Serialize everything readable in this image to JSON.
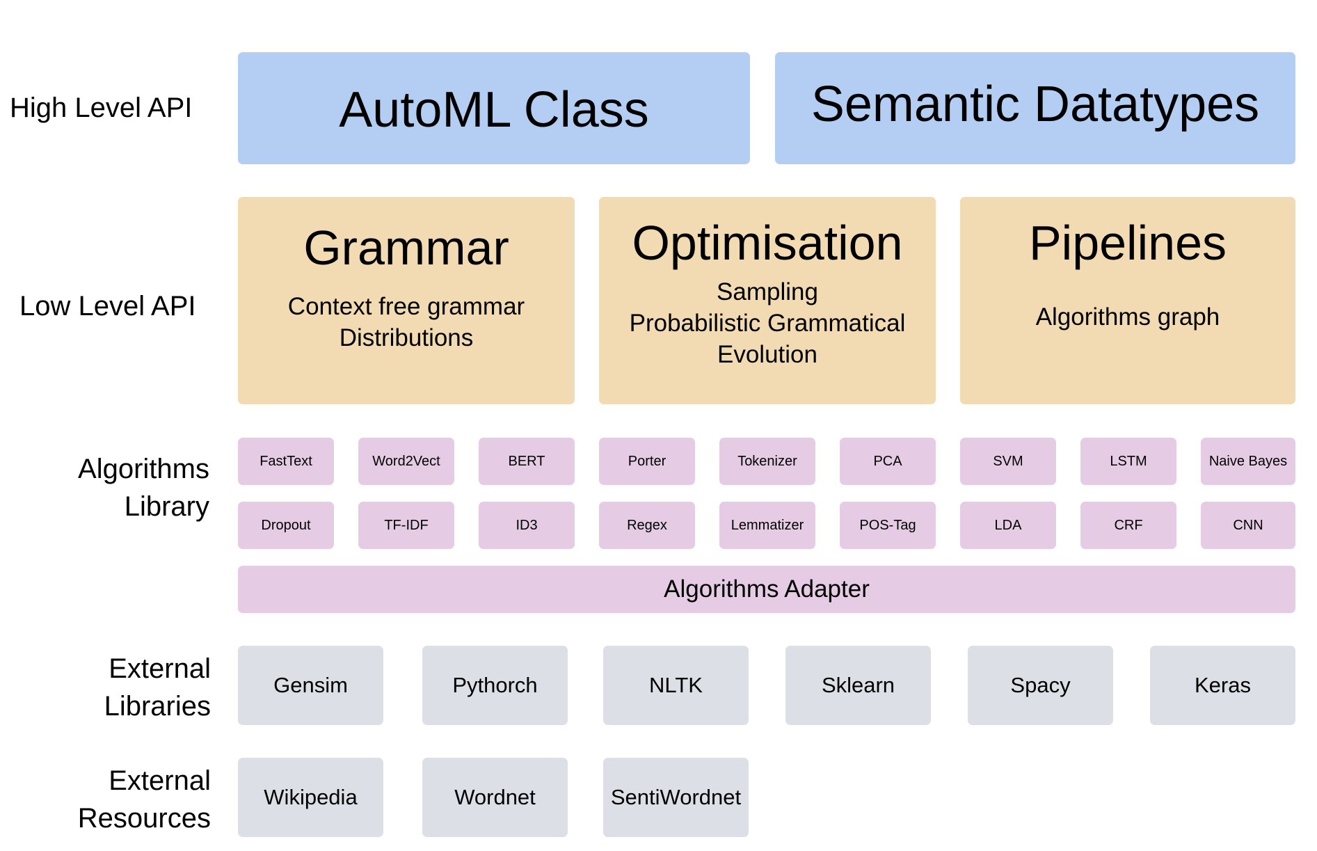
{
  "row_labels": {
    "high_level": "High Level API",
    "low_level": "Low Level API",
    "algorithms_library": [
      "Algorithms",
      "Library"
    ],
    "external_libraries": [
      "External",
      "Libraries"
    ],
    "external_resources": [
      "External",
      "Resources"
    ]
  },
  "high_level": {
    "automl": "AutoML Class",
    "semantic": "Semantic Datatypes"
  },
  "low_level": [
    {
      "title": "Grammar",
      "lines": [
        "Context free grammar",
        "Distributions"
      ]
    },
    {
      "title": "Optimisation",
      "lines": [
        "Sampling",
        "Probabilistic Grammatical",
        "Evolution"
      ]
    },
    {
      "title": "Pipelines",
      "lines": [
        "Algorithms graph"
      ]
    }
  ],
  "algorithms_row1": [
    "FastText",
    "Word2Vect",
    "BERT",
    "Porter",
    "Tokenizer",
    "PCA",
    "SVM",
    "LSTM",
    "Naive Bayes"
  ],
  "algorithms_row2": [
    "Dropout",
    "TF-IDF",
    "ID3",
    "Regex",
    "Lemmatizer",
    "POS-Tag",
    "LDA",
    "CRF",
    "CNN"
  ],
  "adapter": "Algorithms Adapter",
  "external_libraries": [
    "Gensim",
    "Pythorch",
    "NLTK",
    "Sklearn",
    "Spacy",
    "Keras"
  ],
  "external_resources": [
    "Wikipedia",
    "Wordnet",
    "SentiWordnet"
  ],
  "colors": {
    "high_level": "#b4cdf3",
    "low_level": "#f2dbb3",
    "algorithms": "#e5cce4",
    "external": "#dce0e6"
  }
}
